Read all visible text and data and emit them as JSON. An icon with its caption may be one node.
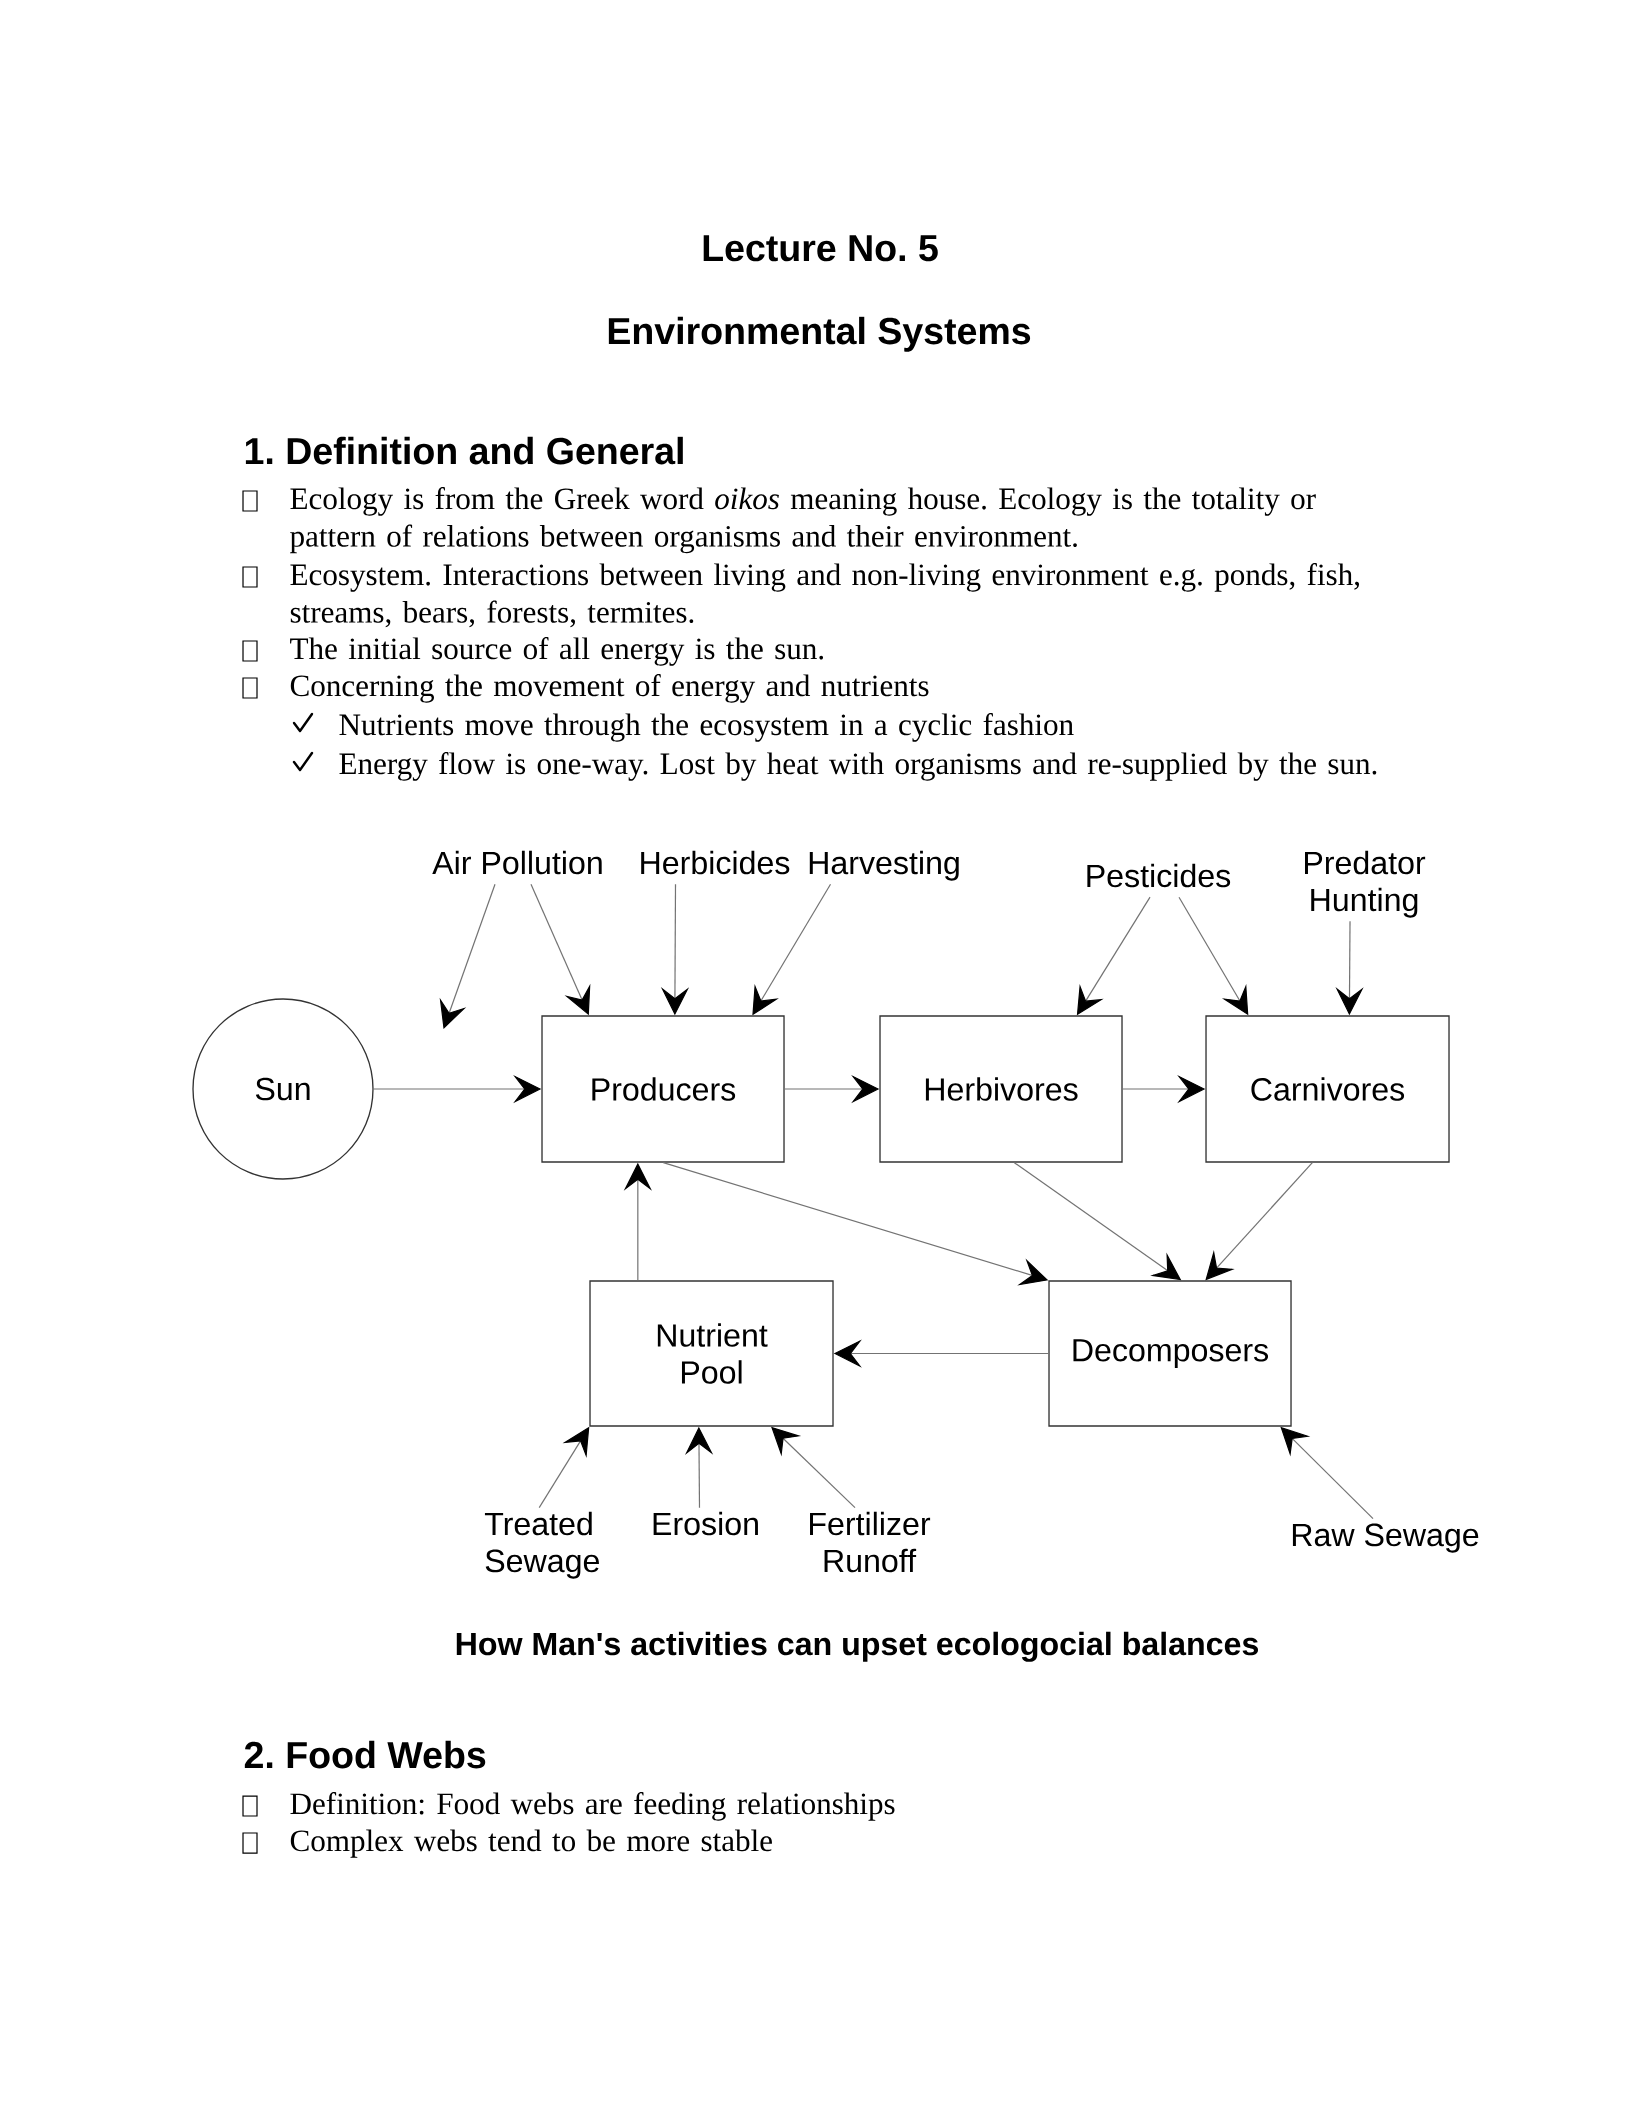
{
  "diagram": {
    "title": "Environmental Systems",
    "caption": "How Man's activities can upset ecologocial balances",
    "nodes": [
      {
        "text": [
          "Air Pollution"
        ]
      },
      {
        "text": [
          "Herbicides"
        ]
      },
      {
        "text": [
          "Harvesting"
        ]
      },
      {
        "text": [
          "Pesticides"
        ]
      },
      {
        "text": [
          "Predator Hunting"
        ]
      },
      {
        "text": [
          "Sun"
        ]
      },
      {
        "text": [
          "Producers"
        ]
      },
      {
        "text": [
          "Herbivores"
        ]
      },
      {
        "text": [
          "Carnivores"
        ]
      },
      {
        "text": [
          "Nutrient Pool"
        ]
      },
      {
        "text": [
          "Decomposers"
        ]
      },
      {
        "text": [
          "Treated Sewage"
        ]
      },
      {
        "text": [
          "Erosion"
        ]
      },
      {
        "text": [
          "Fertilizer Runoff"
        ]
      },
      {
        "text": [
          "Raw Sewage"
        ]
      }
    ],
    "edges": [
      {
        "from": 0,
        "to": null,
        "arrow": "to"
      },
      {
        "from": 0,
        "to": 6,
        "arrow": "to"
      },
      {
        "from": 1,
        "to": 6,
        "arrow": "to"
      },
      {
        "from": 2,
        "to": 6,
        "arrow": "to"
      },
      {
        "from": 3,
        "to": 7,
        "arrow": "to"
      },
      {
        "from": 3,
        "to": 8,
        "arrow": "to"
      },
      {
        "from": 4,
        "to": 8,
        "arrow": "to"
      },
      {
        "from": 5,
        "to": 6,
        "arrow": "to"
      },
      {
        "from": 6,
        "to": 7,
        "arrow": "to"
      },
      {
        "from": 7,
        "to": 8,
        "arrow": "to"
      },
      {
        "from": 6,
        "to": 10,
        "arrow": "to"
      },
      {
        "from": 7,
        "to": 10,
        "arrow": "to"
      },
      {
        "from": 8,
        "to": 10,
        "arrow": "to"
      },
      {
        "from": 10,
        "to": 9,
        "arrow": "to"
      },
      {
        "from": 9,
        "to": 6,
        "arrow": "to"
      },
      {
        "from": 11,
        "to": 9,
        "arrow": "to"
      },
      {
        "from": 12,
        "to": 9,
        "arrow": "to"
      },
      {
        "from": 13,
        "to": 9,
        "arrow": "to"
      },
      {
        "from": 14,
        "to": 10,
        "arrow": "to"
      }
    ],
    "labels": [
      "Lecture No. 5",
      "1. Definition and General",
      "Ecology is from the Greek word *oikos* meaning house. Ecology is the totality or pattern of relations between organisms and their environment.",
      "Ecosystem. Interactions between living and non-living environment e.g. ponds, fish, streams, bears, forests, termites.",
      "The initial source of all energy is the sun.",
      "Concerning the movement of energy and nutrients",
      "Nutrients move through the ecosystem in a cyclic fashion",
      "Energy flow is one-way. Lost by heat with organisms and re-supplied by the sun.",
      "2. Food Webs",
      "Definition: Food webs are feeding relationships",
      "Complex webs tend to be more stable"
    ]
  }
}
